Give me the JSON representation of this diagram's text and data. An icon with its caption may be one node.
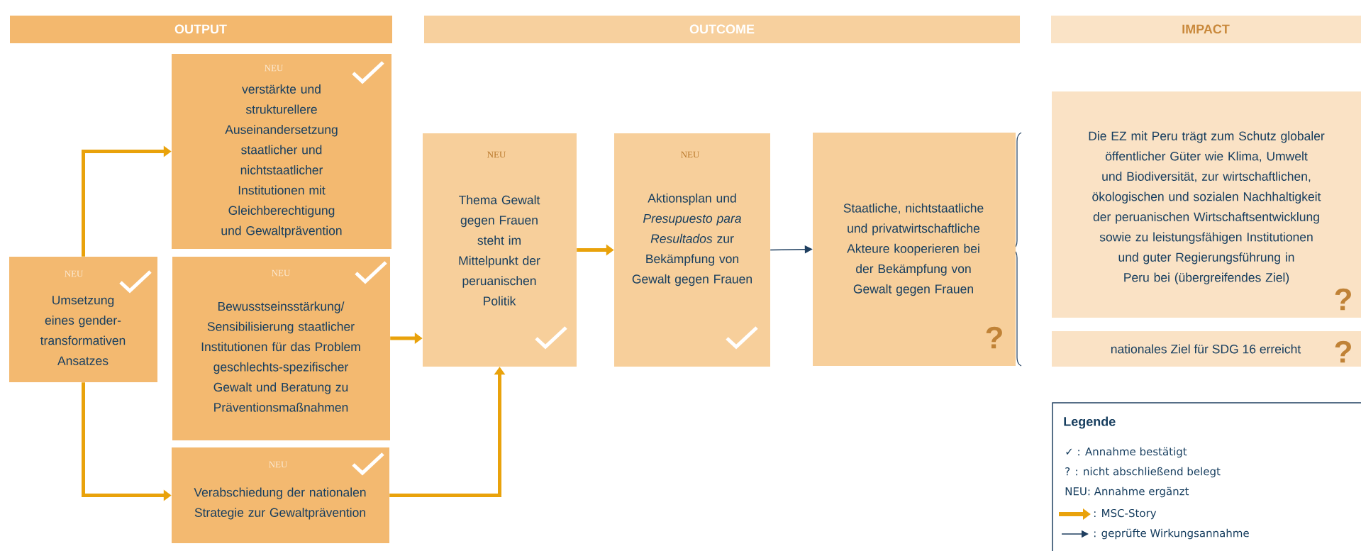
{
  "diagram": {
    "nodes": [
      {
        "text": [
          "OUTPUT"
        ]
      },
      {
        "text": [
          "OUTCOME"
        ]
      },
      {
        "text": [
          "IMPACT"
        ]
      },
      {
        "text": [
          "NEU",
          "Umsetzung eines gender-transformativen Ansatzes"
        ]
      },
      {
        "text": [
          "NEU",
          "verstärkte und strukturellere Auseinandersetzung staatlicher und nichtstaatlicher Institutionen mit Gleichberechtigung und Gewaltprävention"
        ]
      },
      {
        "text": [
          "NEU",
          "Bewusstseinsstärkung/ Sensibilisierung staatlicher Institutionen für das Problem geschlechts-spezifischer Gewalt und Beratung zu Präventionsmaßnahmen"
        ]
      },
      {
        "text": [
          "NEU",
          "Verabschiedung der nationalen Strategie zur Gewaltprävention"
        ]
      },
      {
        "text": [
          "NEU",
          "Thema Gewalt gegen Frauen steht im Mittelpunkt der peruanischen Politik"
        ]
      },
      {
        "text": [
          "NEU",
          "Aktionsplan und *Presupuesto para Resultados* zur Bekämpfung von Gewalt gegen Frauen"
        ]
      },
      {
        "text": [
          "Staatliche, nichtstaatliche und privatwirtschaftliche Akteure kooperieren bei der Bekämpfung von Gewalt gegen Frauen",
          "?"
        ]
      },
      {
        "text": [
          "Die EZ mit Peru trägt zum Schutz globaler öffentlicher Güter wie Klima, Umwelt und Biodiversität, zur wirtschaftlichen, ökologischen und sozialen Nachhaltigkeit der peruanischen Wirtschaftsentwicklung sowie zu leistungsfähigen Institutionen und guter Regierungsführung in Peru bei (übergreifendes Ziel)",
          "?"
        ]
      },
      {
        "text": [
          "nationales Ziel für SDG 16 erreicht",
          "?"
        ]
      }
    ],
    "edges": [
      {
        "from": 3,
        "to": 4,
        "arrow": "to"
      },
      {
        "from": 3,
        "to": 6,
        "arrow": "to"
      },
      {
        "from": 5,
        "to": 7,
        "arrow": "to"
      },
      {
        "from": 6,
        "to": 7,
        "arrow": "to"
      },
      {
        "from": 7,
        "to": 8,
        "arrow": "to"
      },
      {
        "from": 8,
        "to": 9,
        "arrow": "to",
        "color": "#1f3f60"
      }
    ],
    "labels": [
      "Legende"
    ],
    "legend": [
      {
        "text": "✓ : Annahme bestätigt"
      },
      {
        "text": "? : nicht abschließend belegt"
      },
      {
        "text": "NEU: Annahme ergänzt"
      },
      {
        "text": ": MSC-Story"
      },
      {
        "text": ": geprüfte Wirkungsannahme"
      }
    ]
  }
}
